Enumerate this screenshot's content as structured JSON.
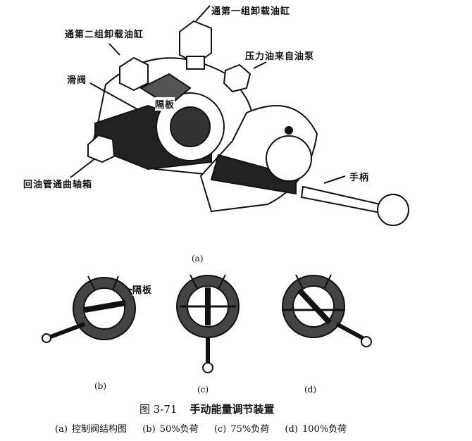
{
  "labels": {
    "first_group": "通第一组卸载油缸",
    "second_group": "通第二组卸载油缸",
    "pressure_oil": "压力油来自油泵",
    "slide_valve": "滑阀",
    "partition_a": "隔板",
    "return_pipe": "回油管通曲轴箱",
    "handle": "手柄",
    "partition_b": "隔板"
  },
  "sublabels": {
    "a": "(a)",
    "b": "(b)",
    "c": "(c)",
    "d": "(d)"
  },
  "figure": {
    "number": "图 3-71",
    "title": "手动能量调节装置"
  },
  "caption": [
    "(a) 控制阀结构图",
    "(b) 50%负荷",
    "(c) 75%负荷",
    "(d) 100%负荷"
  ]
}
